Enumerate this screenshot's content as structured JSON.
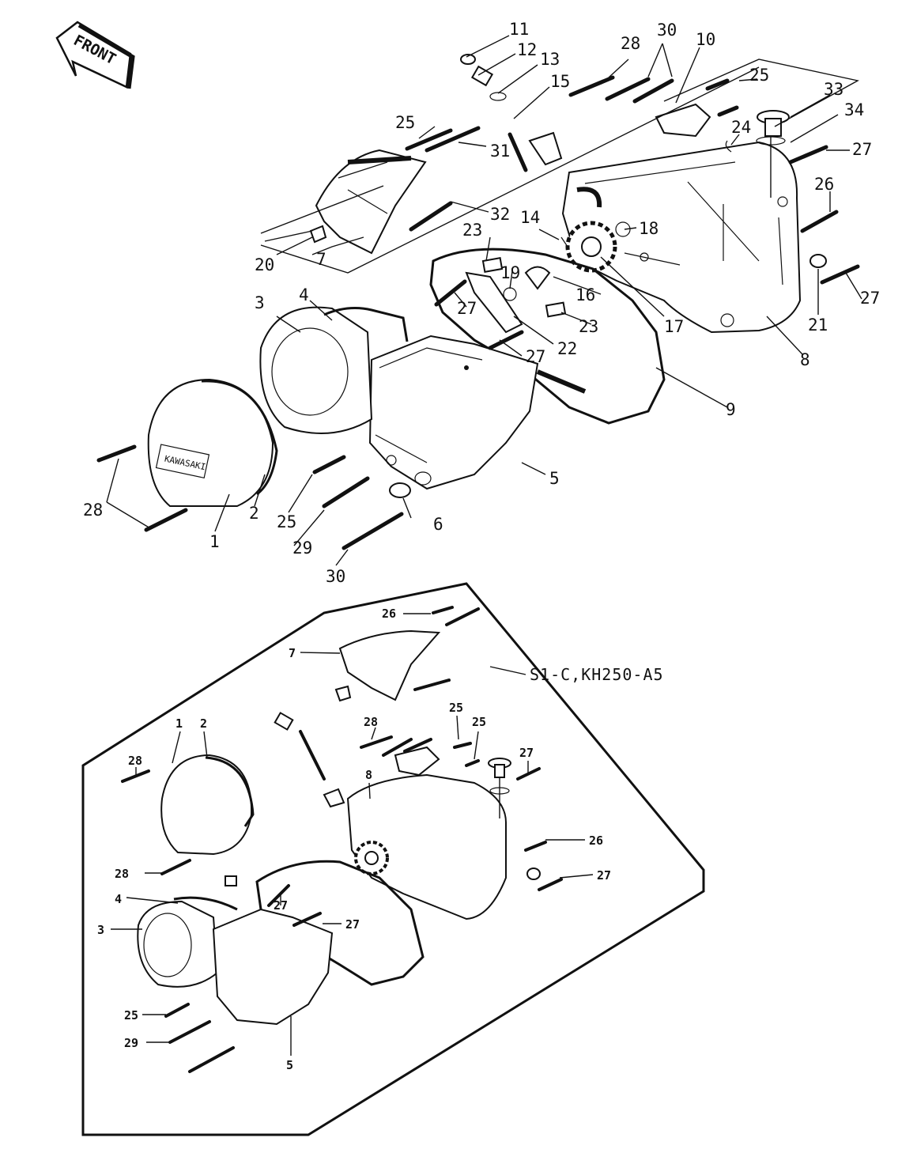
{
  "front_badge": "FRONT",
  "inset_note": "S1-C,KH250-A5",
  "main_labels": [
    {
      "id": "1",
      "text": "1"
    },
    {
      "id": "2",
      "text": "2"
    },
    {
      "id": "3",
      "text": "3"
    },
    {
      "id": "4",
      "text": "4"
    },
    {
      "id": "5",
      "text": "5"
    },
    {
      "id": "6",
      "text": "6"
    },
    {
      "id": "7",
      "text": "7"
    },
    {
      "id": "8",
      "text": "8"
    },
    {
      "id": "9",
      "text": "9"
    },
    {
      "id": "10",
      "text": "10"
    },
    {
      "id": "11",
      "text": "11"
    },
    {
      "id": "12",
      "text": "12"
    },
    {
      "id": "13",
      "text": "13"
    },
    {
      "id": "14",
      "text": "14"
    },
    {
      "id": "15",
      "text": "15"
    },
    {
      "id": "16",
      "text": "16"
    },
    {
      "id": "17",
      "text": "17"
    },
    {
      "id": "18",
      "text": "18"
    },
    {
      "id": "19",
      "text": "19"
    },
    {
      "id": "20",
      "text": "20"
    },
    {
      "id": "21",
      "text": "21"
    },
    {
      "id": "22",
      "text": "22"
    },
    {
      "id": "23a",
      "text": "23"
    },
    {
      "id": "23b",
      "text": "23"
    },
    {
      "id": "24",
      "text": "24"
    },
    {
      "id": "25a",
      "text": "25"
    },
    {
      "id": "25b",
      "text": "25"
    },
    {
      "id": "25c",
      "text": "25"
    },
    {
      "id": "26",
      "text": "26"
    },
    {
      "id": "27a",
      "text": "27"
    },
    {
      "id": "27b",
      "text": "27"
    },
    {
      "id": "27c",
      "text": "27"
    },
    {
      "id": "27d",
      "text": "27"
    },
    {
      "id": "28a",
      "text": "28"
    },
    {
      "id": "28b",
      "text": "28"
    },
    {
      "id": "29",
      "text": "29"
    },
    {
      "id": "30a",
      "text": "30"
    },
    {
      "id": "30b",
      "text": "30"
    },
    {
      "id": "31",
      "text": "31"
    },
    {
      "id": "32",
      "text": "32"
    },
    {
      "id": "33",
      "text": "33"
    },
    {
      "id": "34",
      "text": "34"
    }
  ],
  "inset_labels": [
    {
      "id": "i26a",
      "text": "26"
    },
    {
      "id": "i7",
      "text": "7"
    },
    {
      "id": "i28a",
      "text": "28"
    },
    {
      "id": "i25a",
      "text": "25"
    },
    {
      "id": "i25b",
      "text": "25"
    },
    {
      "id": "i1",
      "text": "1"
    },
    {
      "id": "i2",
      "text": "2"
    },
    {
      "id": "i28b",
      "text": "28"
    },
    {
      "id": "i27a",
      "text": "27"
    },
    {
      "id": "i8",
      "text": "8"
    },
    {
      "id": "i26b",
      "text": "26"
    },
    {
      "id": "i28c",
      "text": "28"
    },
    {
      "id": "i27b",
      "text": "27"
    },
    {
      "id": "i4",
      "text": "4"
    },
    {
      "id": "i27c",
      "text": "27"
    },
    {
      "id": "i27d",
      "text": "27"
    },
    {
      "id": "i3",
      "text": "3"
    },
    {
      "id": "i25c",
      "text": "25"
    },
    {
      "id": "i29",
      "text": "29"
    },
    {
      "id": "i5",
      "text": "5"
    }
  ]
}
